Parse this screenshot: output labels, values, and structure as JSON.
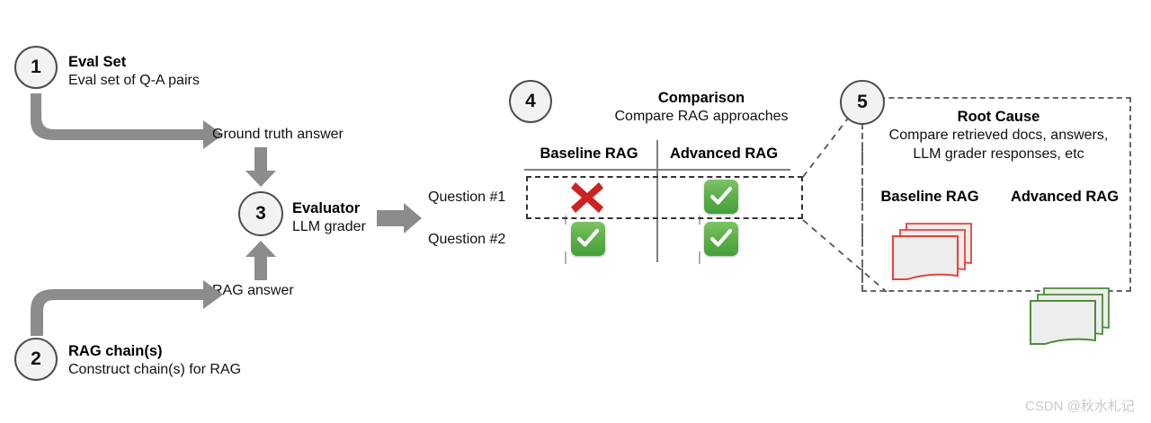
{
  "diagram": {
    "title_hidden": "RAG evaluation workflow",
    "steps": [
      {
        "number": "1",
        "title": "Eval Set",
        "subtitle": "Eval set of Q-A pairs"
      },
      {
        "number": "2",
        "title": "RAG chain(s)",
        "subtitle": "Construct chain(s) for RAG"
      },
      {
        "number": "3",
        "title": "Evaluator",
        "subtitle": "LLM grader"
      },
      {
        "number": "4",
        "title": "Comparison",
        "subtitle": "Compare RAG approaches"
      },
      {
        "number": "5",
        "title": "Root Cause",
        "subtitle_line1": "Compare retrieved docs, answers,",
        "subtitle_line2": "LLM grader responses, etc"
      }
    ],
    "flow_labels": {
      "ground_truth": "Ground truth answer",
      "rag_answer": "RAG answer"
    },
    "comparison_table": {
      "columns": [
        "Baseline RAG",
        "Advanced RAG"
      ],
      "rows": [
        {
          "label": "Question #1",
          "baseline": "fail",
          "advanced": "pass"
        },
        {
          "label": "Question #2",
          "baseline": "pass",
          "advanced": "pass"
        }
      ],
      "icons": {
        "pass": "green-check-badge",
        "fail": "red-x-mark"
      }
    },
    "root_cause_panel": {
      "columns": [
        "Baseline RAG",
        "Advanced RAG"
      ],
      "baseline_stack": "red-document-stack",
      "advanced_stack": "green-document-stack"
    },
    "colors": {
      "arrow_grey": "#8c8c8c",
      "pass_green": "#4ca73c",
      "fail_red": "#cc2222",
      "baseline_doc": "#e8423a",
      "advanced_doc": "#4f8a3a",
      "rule_grey": "#808080",
      "circle_border": "#4d4d4d"
    }
  },
  "watermark": {
    "text": "CSDN @秋水札记"
  }
}
